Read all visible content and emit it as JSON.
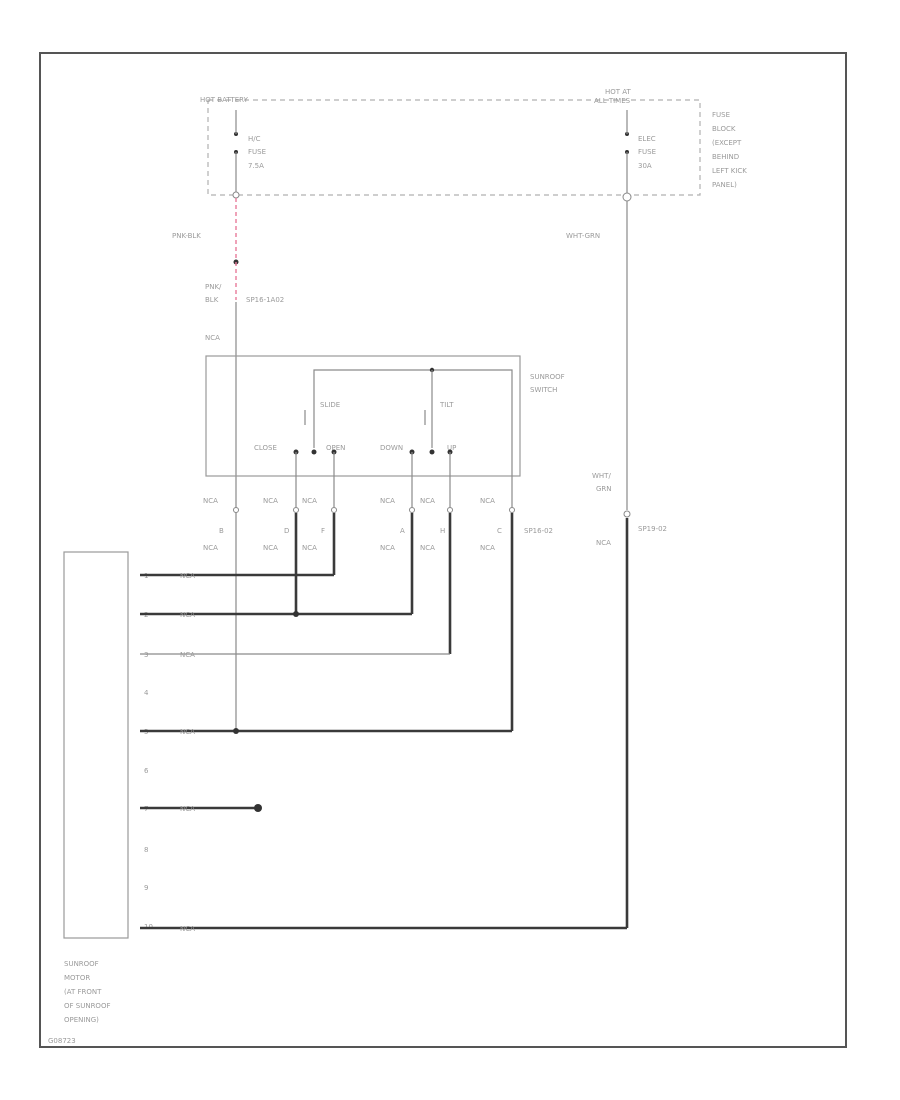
{
  "power": {
    "hot_battery": "HOT BATTERY",
    "hot_all_times": [
      "HOT AT",
      "ALL TIMES"
    ],
    "fuse_left": [
      "H/C",
      "FUSE",
      "7.5A"
    ],
    "fuse_right": [
      "ELEC",
      "FUSE",
      "30A"
    ],
    "fuse_block": [
      "FUSE",
      "BLOCK",
      "(EXCEPT",
      "BEHIND",
      "LEFT KICK",
      "PANEL)"
    ]
  },
  "wires": {
    "pnk_blk_top": "PNK-BLK",
    "pnk_blk_mid": [
      "PNK/",
      "BLK"
    ],
    "splice_left": "SP16-1A02",
    "nca_top": "NCA",
    "wht_grn_top": "WHT-GRN",
    "wht_grn_mid": [
      "WHT/",
      "GRN"
    ],
    "splice_right": "SP19-02",
    "nca_right": "NCA"
  },
  "switch": {
    "title": [
      "SUNROOF",
      "SWITCH"
    ],
    "slide": "SLIDE",
    "tilt": "TILT",
    "close": "CLOSE",
    "open": "OPEN",
    "down": "DOWN",
    "up": "UP"
  },
  "connector": {
    "top_labels": [
      "NCA",
      "NCA",
      "NCA",
      "NCA",
      "NCA",
      "NCA"
    ],
    "pins": [
      "B",
      "D",
      "F",
      "A",
      "H",
      "C"
    ],
    "bottom_labels": [
      "NCA",
      "NCA",
      "NCA",
      "NCA",
      "NCA",
      "NCA"
    ],
    "connector_id": "SP16-02"
  },
  "motor": {
    "pins": [
      "1",
      "2",
      "3",
      "4",
      "5",
      "6",
      "7",
      "8",
      "9",
      "10"
    ],
    "wire_label": "NCA",
    "title": [
      "SUNROOF",
      "MOTOR",
      "(AT FRONT",
      "OF SUNROOF",
      "OPENING)"
    ]
  },
  "footer": {
    "diagram_id": "G08723"
  }
}
